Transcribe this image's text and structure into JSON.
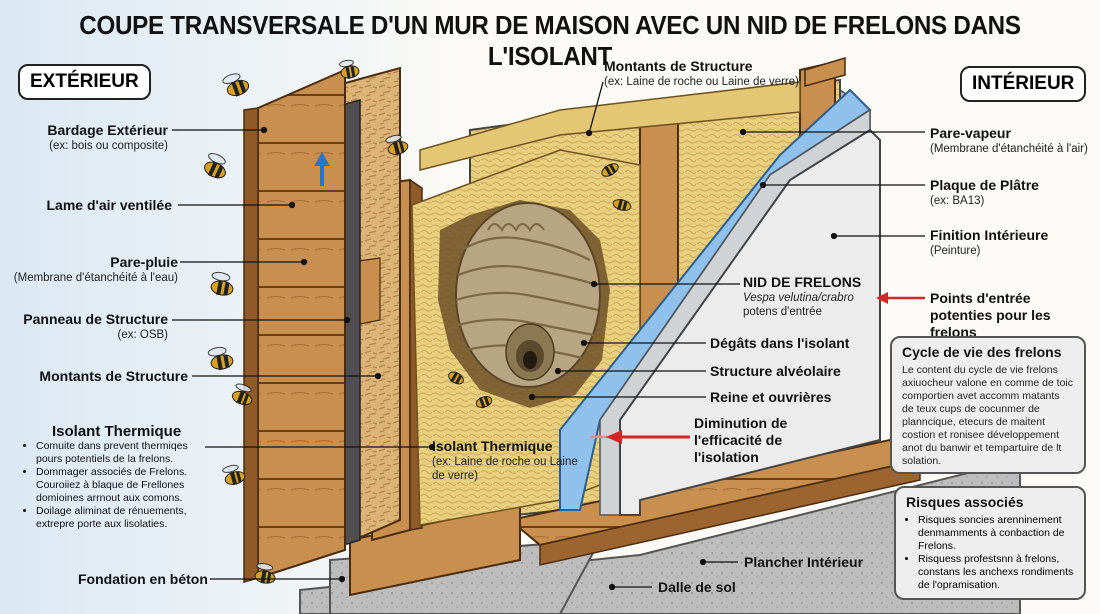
{
  "title": "COUPE TRANSVERSALE D'UN MUR DE MAISON AVEC UN NID DE FRELONS DANS L'ISOLANT",
  "badges": {
    "exterior": "EXTÉRIEUR",
    "interior": "INTÉRIEUR"
  },
  "left_labels": [
    {
      "title": "Bardage Extérieur",
      "sub": "(ex: bois ou composite)"
    },
    {
      "title": "Lame d'air ventilée",
      "sub": ""
    },
    {
      "title": "Pare-pluie",
      "sub": "(Membrane d'étanchéité à l'eau)"
    },
    {
      "title": "Panneau de Structure",
      "sub": "(ex: OSB)"
    },
    {
      "title": "Montants de Structure",
      "sub": ""
    }
  ],
  "isolant_left": {
    "title": "Isolant Thermique",
    "bullets": [
      "Comuite dans prevent thermiqes pours potentiels de la frelons.",
      "Dommager associés de Frelons. Couroiiez à blaque de Frellones domioines arrnout aux comons.",
      "Doilage aliminat de rénuements, extrepre porte aux lisolaties."
    ]
  },
  "fondation": "Fondation en béton",
  "top_label": {
    "title": "Montants de Structure",
    "sub": "(ex: Laine de roche ou Laine de verre)"
  },
  "right_labels": [
    {
      "title": "Pare-vapeur",
      "sub": "(Membrane d'étanchéité à l'air)"
    },
    {
      "title": "Plaque de Plâtre",
      "sub": "(ex: BA13)"
    },
    {
      "title": "Finition Intérieure",
      "sub": "(Peinture)"
    },
    {
      "title": "Points d'entrée potenties pour les frelons",
      "sub": ""
    }
  ],
  "nest": {
    "title": "NID DE FRELONS",
    "species": "Vespa velutina/crabro",
    "sub": "potens d'entrée"
  },
  "inner_labels": [
    "Dégâts dans l'isolant",
    "Structure alvéolaire",
    "Reine et ouvrières"
  ],
  "diminution": "Diminution de l'efficacité de l'isolation",
  "isolant_center": {
    "title": "Isolant Thermique",
    "sub": "(ex: Laine de roche ou Laine de verre)"
  },
  "plancher": "Plancher Intérieur",
  "dalle": "Dalle de sol",
  "cycle_box": {
    "title": "Cycle de vie des frelons",
    "body": "Le content du cycle de vie frelons axiuocheur valone en comme de toic comportien avet accomm matants de teux cups de cocunmer de planncique, etecurs de maitent costion et ronisee développement anot du banwir et tempartuire de lt solation."
  },
  "risk_box": {
    "title": "Risques associés",
    "bullets": [
      "Risques soncies arenninement denmamments à conbaction de Frelons.",
      "Risquess profestsnn à frelons, constans les anchexs rondiments de l'opramisation."
    ]
  },
  "colors": {
    "insulation": "#e8cf7e",
    "wood": "#c98f4f",
    "vapour_barrier": "#8fc1ec",
    "arrow_red": "#d32626",
    "arrow_blue": "#2a73c8"
  }
}
